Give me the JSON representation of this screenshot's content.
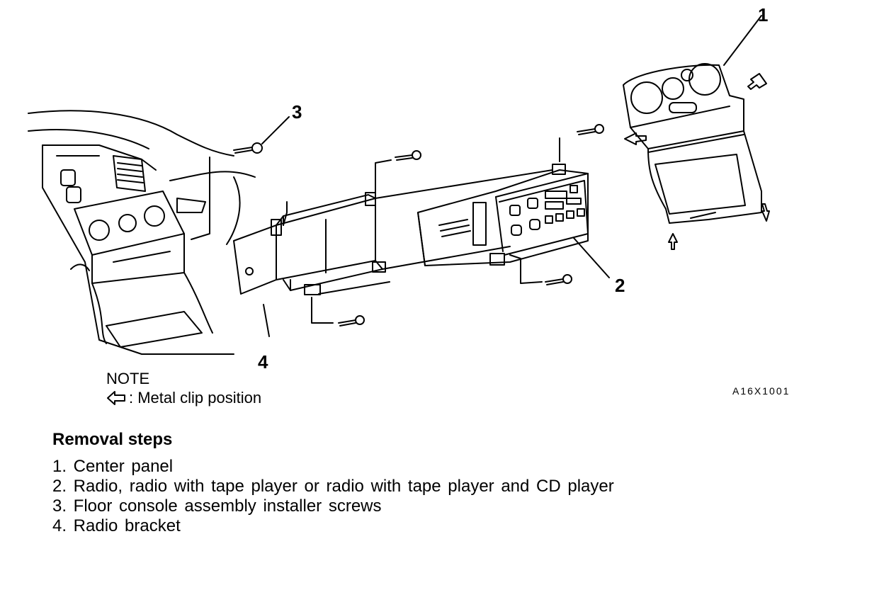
{
  "callouts": {
    "c1": "1",
    "c2": "2",
    "c3": "3",
    "c4": "4"
  },
  "note": {
    "title": "NOTE",
    "text": ": Metal clip position"
  },
  "figure_code": "A16X1001",
  "removal": {
    "title": "Removal steps",
    "steps": [
      "1. Center panel",
      "2. Radio, radio with tape player or radio with tape player and CD player",
      "3. Floor console assembly installer screws",
      "4. Radio bracket"
    ]
  }
}
